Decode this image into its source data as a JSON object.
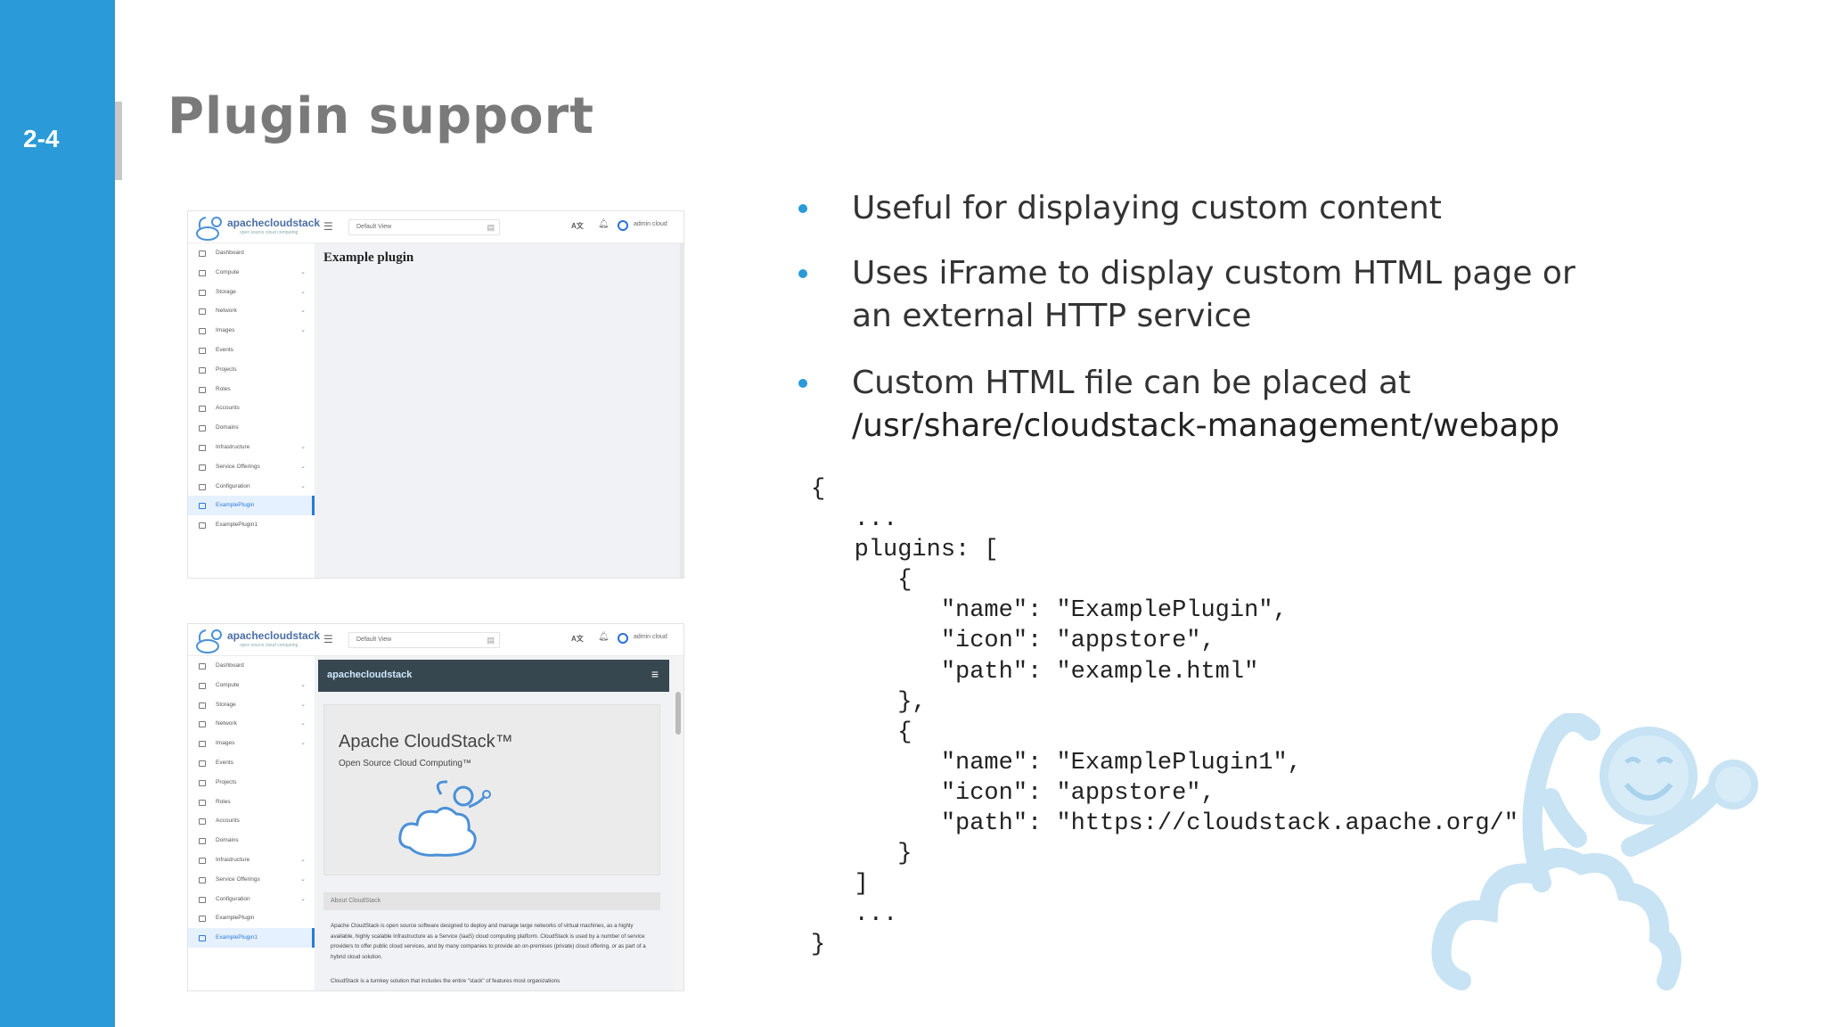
{
  "slide": {
    "number": "2-4",
    "title": "Plugin support"
  },
  "screenshot1": {
    "logo": "apachecloudstack",
    "logo_sub": "open source cloud computing",
    "search_value": "Default View",
    "lang": "A文",
    "user": "admin cloud",
    "sidebar": [
      {
        "label": "Dashboard",
        "caret": ""
      },
      {
        "label": "Compute",
        "caret": "⌄"
      },
      {
        "label": "Storage",
        "caret": "⌄"
      },
      {
        "label": "Network",
        "caret": "⌄"
      },
      {
        "label": "Images",
        "caret": "⌄"
      },
      {
        "label": "Events",
        "caret": ""
      },
      {
        "label": "Projects",
        "caret": ""
      },
      {
        "label": "Roles",
        "caret": ""
      },
      {
        "label": "Accounts",
        "caret": ""
      },
      {
        "label": "Domains",
        "caret": ""
      },
      {
        "label": "Infrastructure",
        "caret": "⌄"
      },
      {
        "label": "Service Offerings",
        "caret": "⌄"
      },
      {
        "label": "Configuration",
        "caret": "⌄"
      },
      {
        "label": "ExamplePlugin",
        "caret": ""
      },
      {
        "label": "ExamplePlugin1",
        "caret": ""
      }
    ],
    "active_index": 13,
    "content_title": "Example plugin"
  },
  "screenshot2": {
    "logo": "apachecloudstack",
    "logo_sub": "open source cloud computing",
    "search_value": "Default View",
    "lang": "A文",
    "user": "admin cloud",
    "sidebar": [
      {
        "label": "Dashboard",
        "caret": ""
      },
      {
        "label": "Compute",
        "caret": "⌄"
      },
      {
        "label": "Storage",
        "caret": "⌄"
      },
      {
        "label": "Network",
        "caret": "⌄"
      },
      {
        "label": "Images",
        "caret": "⌄"
      },
      {
        "label": "Events",
        "caret": ""
      },
      {
        "label": "Projects",
        "caret": ""
      },
      {
        "label": "Roles",
        "caret": ""
      },
      {
        "label": "Accounts",
        "caret": ""
      },
      {
        "label": "Domains",
        "caret": ""
      },
      {
        "label": "Infrastructure",
        "caret": "⌄"
      },
      {
        "label": "Service Offerings",
        "caret": "⌄"
      },
      {
        "label": "Configuration",
        "caret": "⌄"
      },
      {
        "label": "ExamplePlugin",
        "caret": ""
      },
      {
        "label": "ExamplePlugin1",
        "caret": ""
      }
    ],
    "active_index": 14,
    "iframe": {
      "brand": "apachecloudstack",
      "hero_title": "Apache CloudStack™",
      "hero_sub": "Open Source Cloud Computing™",
      "about_label": "About CloudStack",
      "para1": "Apache CloudStack is open source software designed to deploy and manage large networks of virtual machines, as a highly available, highly scalable Infrastructure as a Service (IaaS) cloud computing platform. CloudStack is used by a number of service providers to offer public cloud services, and by many companies to provide an on-premises (private) cloud offering, or as part of a hybrid cloud solution.",
      "para2": "CloudStack is a turnkey solution that includes the entire \"stack\" of features most organizations"
    }
  },
  "bullets": [
    {
      "text": "Useful for displaying custom content"
    },
    {
      "text": "Uses iFrame to display custom HTML page or an external HTTP service"
    },
    {
      "text": "Custom HTML file can be placed at",
      "path": "/usr/share/cloudstack-management/webapp"
    }
  ],
  "code": "{\n   ...\n   plugins: [\n      {\n         \"name\": \"ExamplePlugin\",\n         \"icon\": \"appstore\",\n         \"path\": \"example.html\"\n      },\n      {\n         \"name\": \"ExamplePlugin1\",\n         \"icon\": \"appstore\",\n         \"path\": \"https://cloudstack.apache.org/\"\n      }\n   ]\n   ...\n}",
  "colors": {
    "accent": "#2a9ad8",
    "title": "#7a7a7a"
  }
}
